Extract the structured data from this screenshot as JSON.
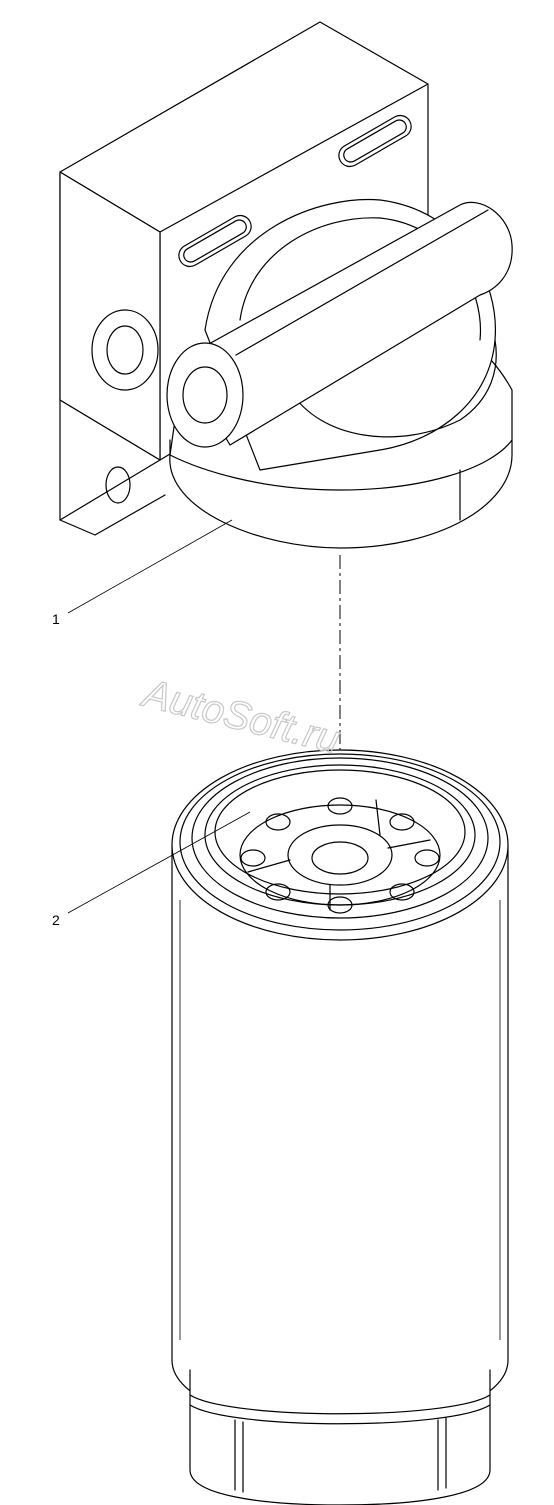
{
  "callouts": [
    {
      "id": "1",
      "label": "1"
    },
    {
      "id": "2",
      "label": "2"
    }
  ],
  "watermark": "AutoSoft.ru",
  "colors": {
    "line": "#000000",
    "background": "#ffffff",
    "watermark": "#c8c8c8"
  }
}
